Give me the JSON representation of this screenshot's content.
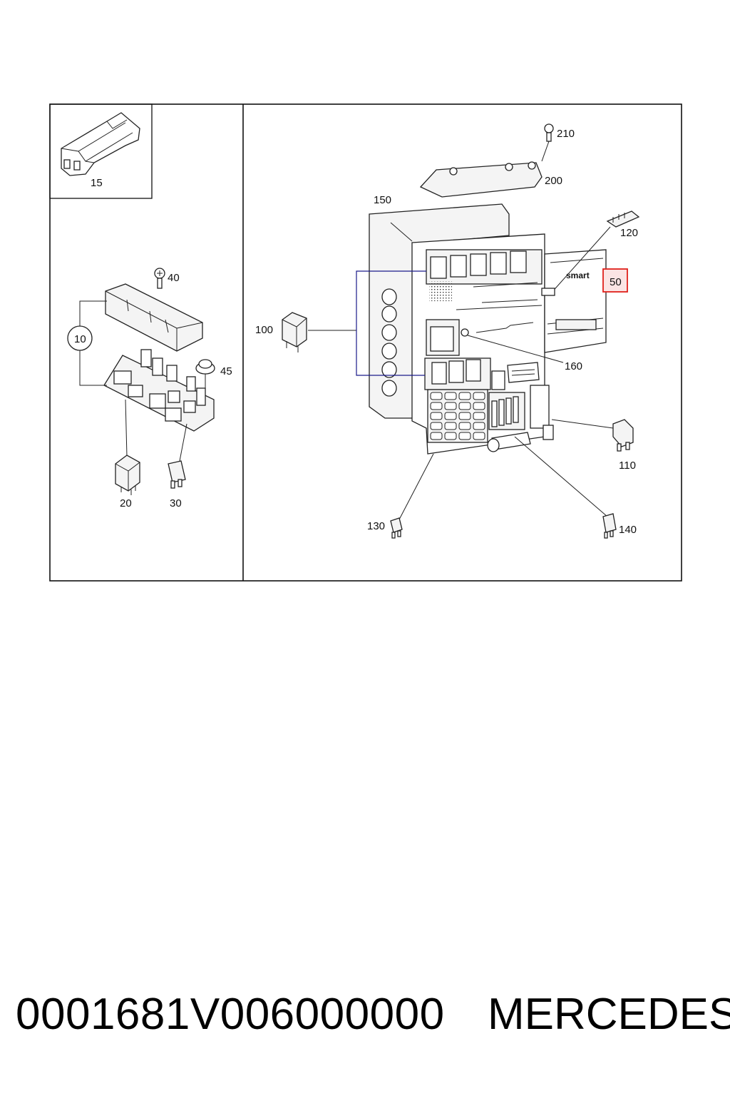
{
  "labels": {
    "p10": "10",
    "p15": "15",
    "p20": "20",
    "p30": "30",
    "p40": "40",
    "p45": "45",
    "p50": "50",
    "p100": "100",
    "p110": "110",
    "p120": "120",
    "p130": "130",
    "p140": "140",
    "p150": "150",
    "p160": "160",
    "p200": "200",
    "p210": "210"
  },
  "brand_mark": "smart",
  "highlight": {
    "part": "50",
    "color": "#e0201b",
    "fill": "#fbe4e4"
  },
  "footer": {
    "code": "0001681V006000000",
    "brand": "MERCEDES"
  }
}
